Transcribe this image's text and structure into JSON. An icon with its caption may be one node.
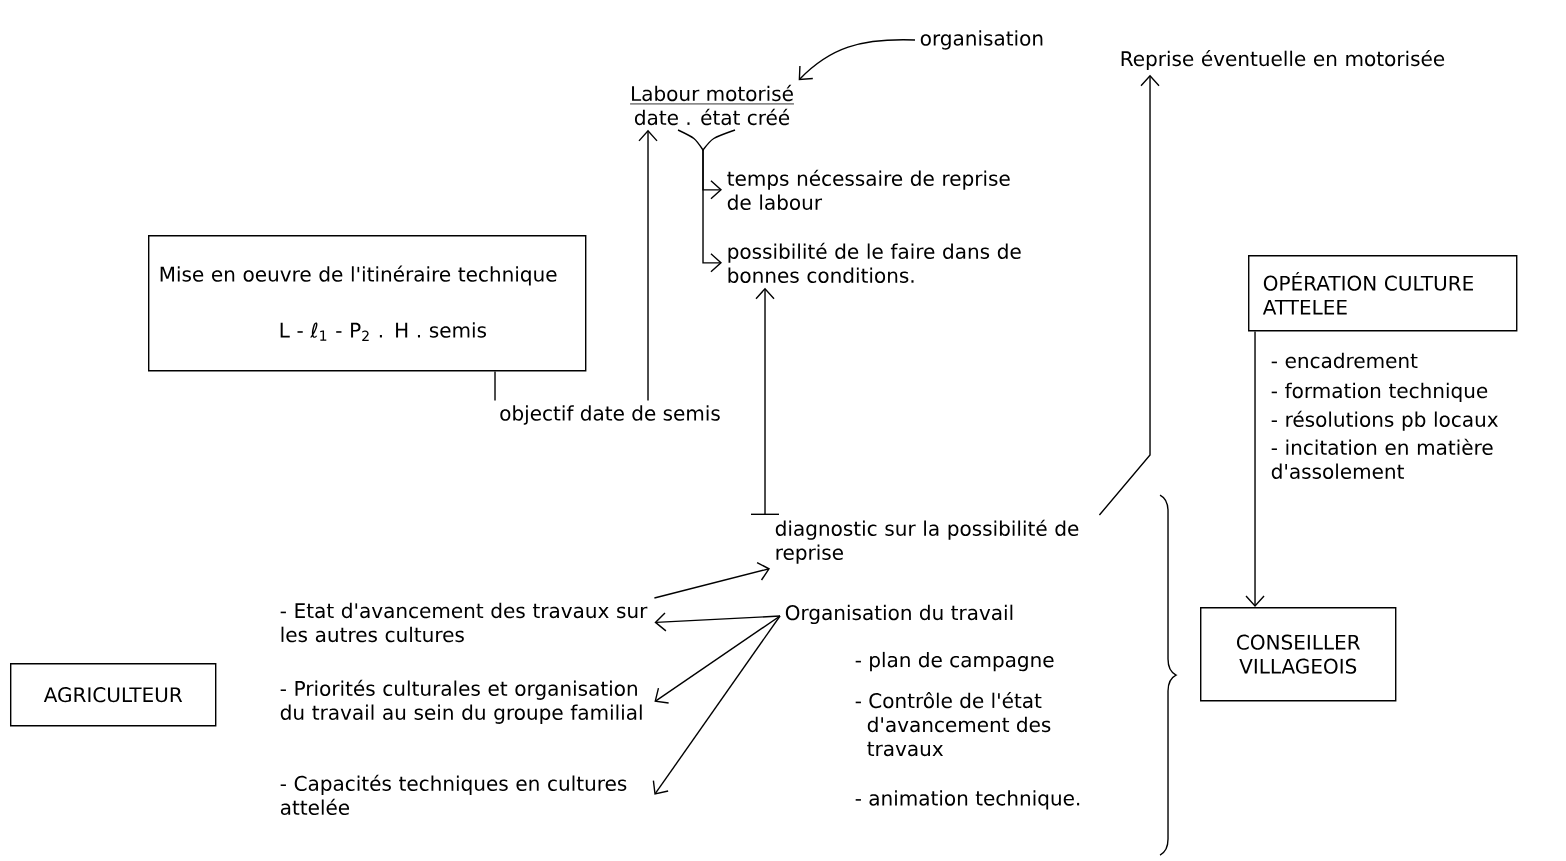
{
  "diagram": {
    "nodes": [
      {
        "text": [
          "organisation"
        ]
      },
      {
        "text": [
          "Labour motorisé",
          "date . état créé"
        ]
      },
      {
        "text": [
          "temps nécessaire de reprise de labour"
        ]
      },
      {
        "text": [
          "possibilité de le faire dans de bonnes conditions."
        ]
      },
      {
        "text": [
          "Mise en oeuvre de l'itinéraire technique",
          "L - ℓ$_{1}$ - P$_{2}$ . H . semis"
        ]
      },
      {
        "text": [
          "objectif date de semis"
        ]
      },
      {
        "text": [
          "Reprise éventuelle en motorisée"
        ]
      },
      {
        "text": [
          "OPÉRATION CULTURE ATTELEE"
        ]
      },
      {
        "text": [
          "diagnostic sur la possibilité de reprise"
        ]
      },
      {
        "text": [
          "- Etat d'avancement des travaux sur les autres cultures"
        ]
      },
      {
        "text": [
          "- Priorités culturales et organisation du travail au sein du groupe familial"
        ]
      },
      {
        "text": [
          "- Capacités techniques en cultures attelée"
        ]
      },
      {
        "text": [
          "Organisation du travail",
          "- plan de campagne",
          "- Contrôle de l'état d'avancement des travaux",
          "- animation technique."
        ]
      },
      {
        "text": [
          "AGRICULTEUR"
        ]
      },
      {
        "text": [
          "CONSEILLER VILLAGEOIS"
        ]
      }
    ],
    "edges": [
      {
        "from": 0,
        "to": 1,
        "arrow": "to"
      },
      {
        "from": 1,
        "to": 2,
        "arrow": "to"
      },
      {
        "from": 1,
        "to": 3,
        "arrow": "to"
      },
      {
        "from": 4,
        "to": 5,
        "arrow": "none"
      },
      {
        "from": 5,
        "to": 1,
        "arrow": "to"
      },
      {
        "from": 8,
        "to": 3,
        "arrow": "to"
      },
      {
        "from": 9,
        "to": 8,
        "arrow": "to"
      },
      {
        "from": 8,
        "to": 6,
        "arrow": "to"
      },
      {
        "from": 12,
        "to": 9,
        "arrow": "to"
      },
      {
        "from": 12,
        "to": 10,
        "arrow": "to"
      },
      {
        "from": 12,
        "to": 11,
        "arrow": "to"
      },
      {
        "from": 7,
        "to": 14,
        "arrow": "to"
      }
    ],
    "labels": [
      "- encadrement",
      "- formation technique",
      "- résolutions pb locaux",
      "- incitation en matière d'assolement"
    ]
  }
}
